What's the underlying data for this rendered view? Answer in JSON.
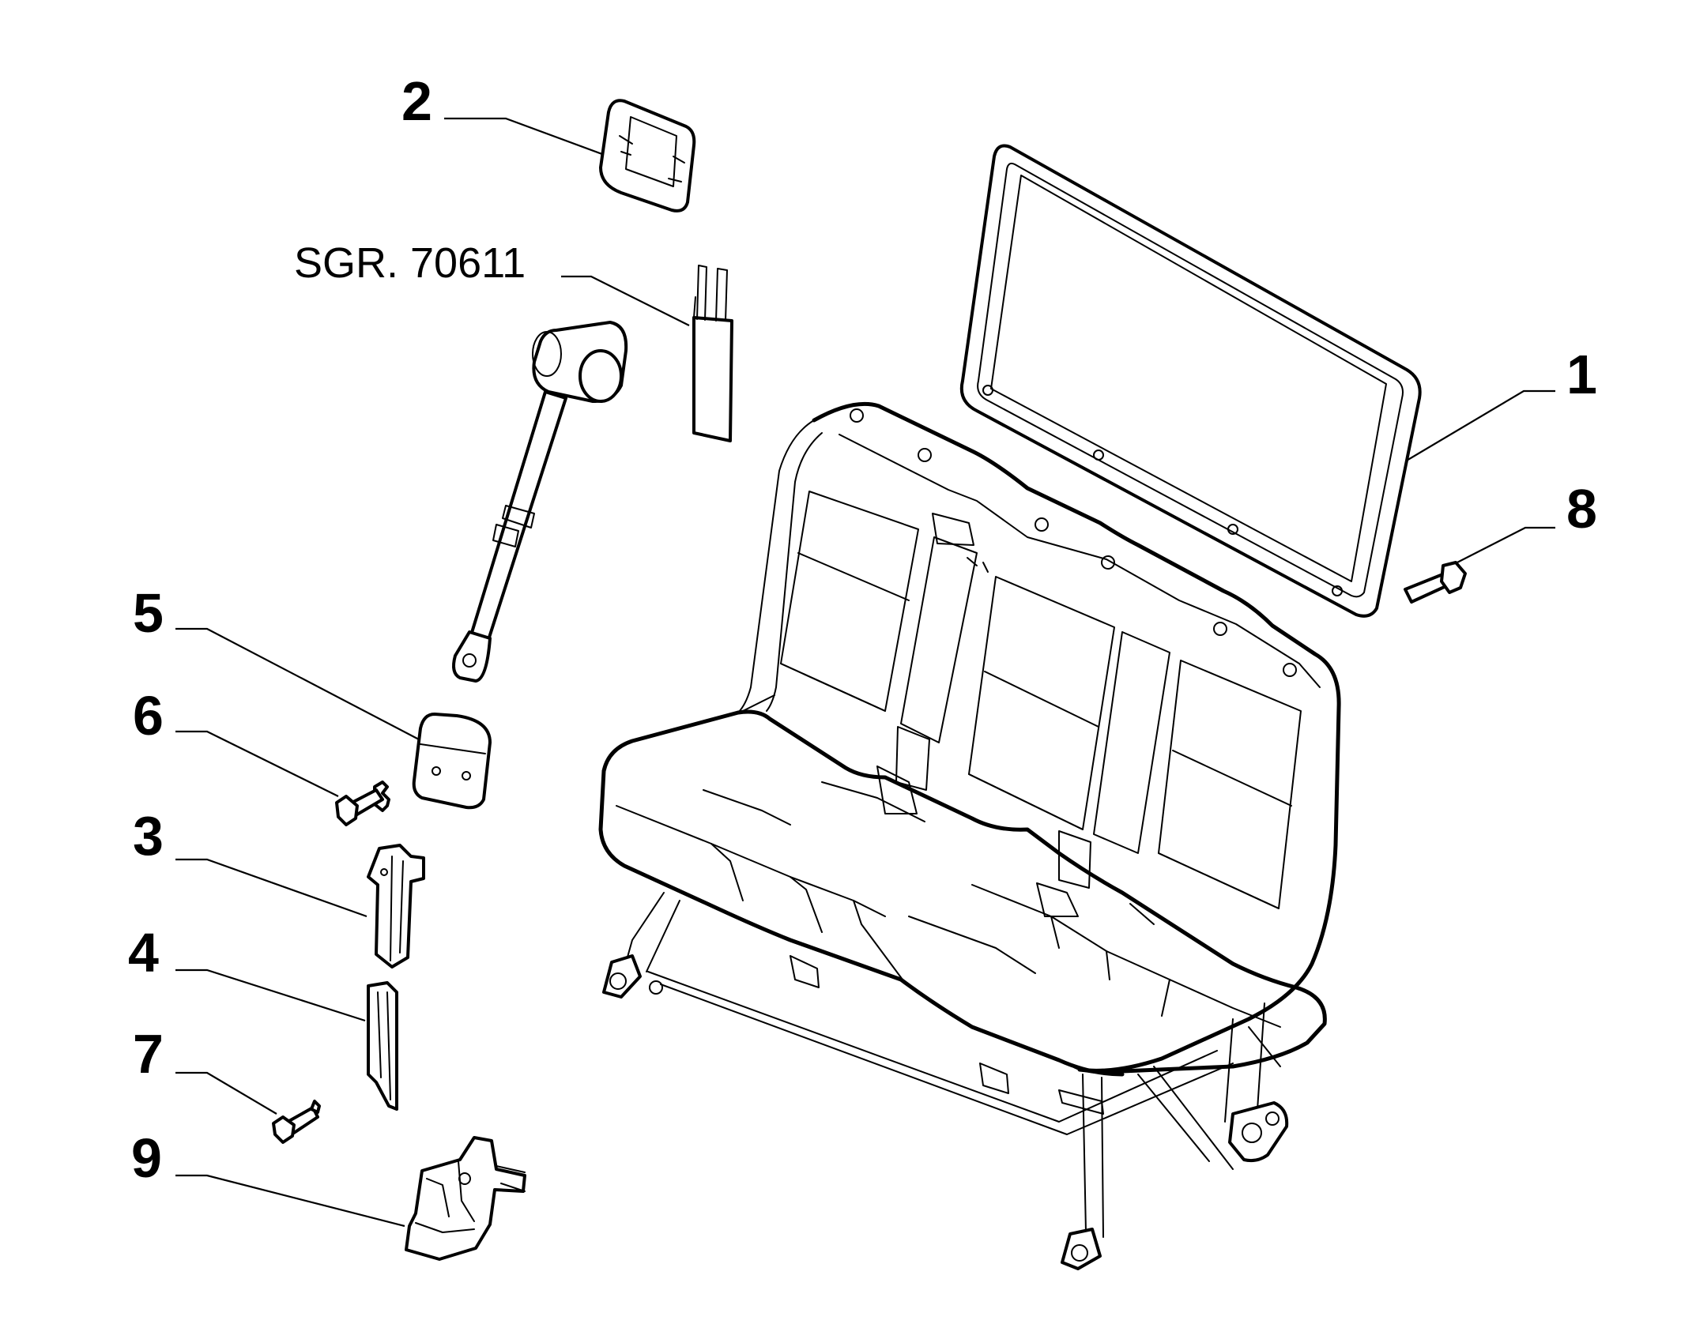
{
  "diagram": {
    "callouts": [
      {
        "id": "p2",
        "label": "2"
      },
      {
        "id": "sgr",
        "label": "SGR. 70611"
      },
      {
        "id": "p1",
        "label": "1"
      },
      {
        "id": "p8",
        "label": "8"
      },
      {
        "id": "p5",
        "label": "5"
      },
      {
        "id": "p6",
        "label": "6"
      },
      {
        "id": "p3",
        "label": "3"
      },
      {
        "id": "p4",
        "label": "4"
      },
      {
        "id": "p7",
        "label": "7"
      },
      {
        "id": "p9",
        "label": "9"
      }
    ]
  }
}
